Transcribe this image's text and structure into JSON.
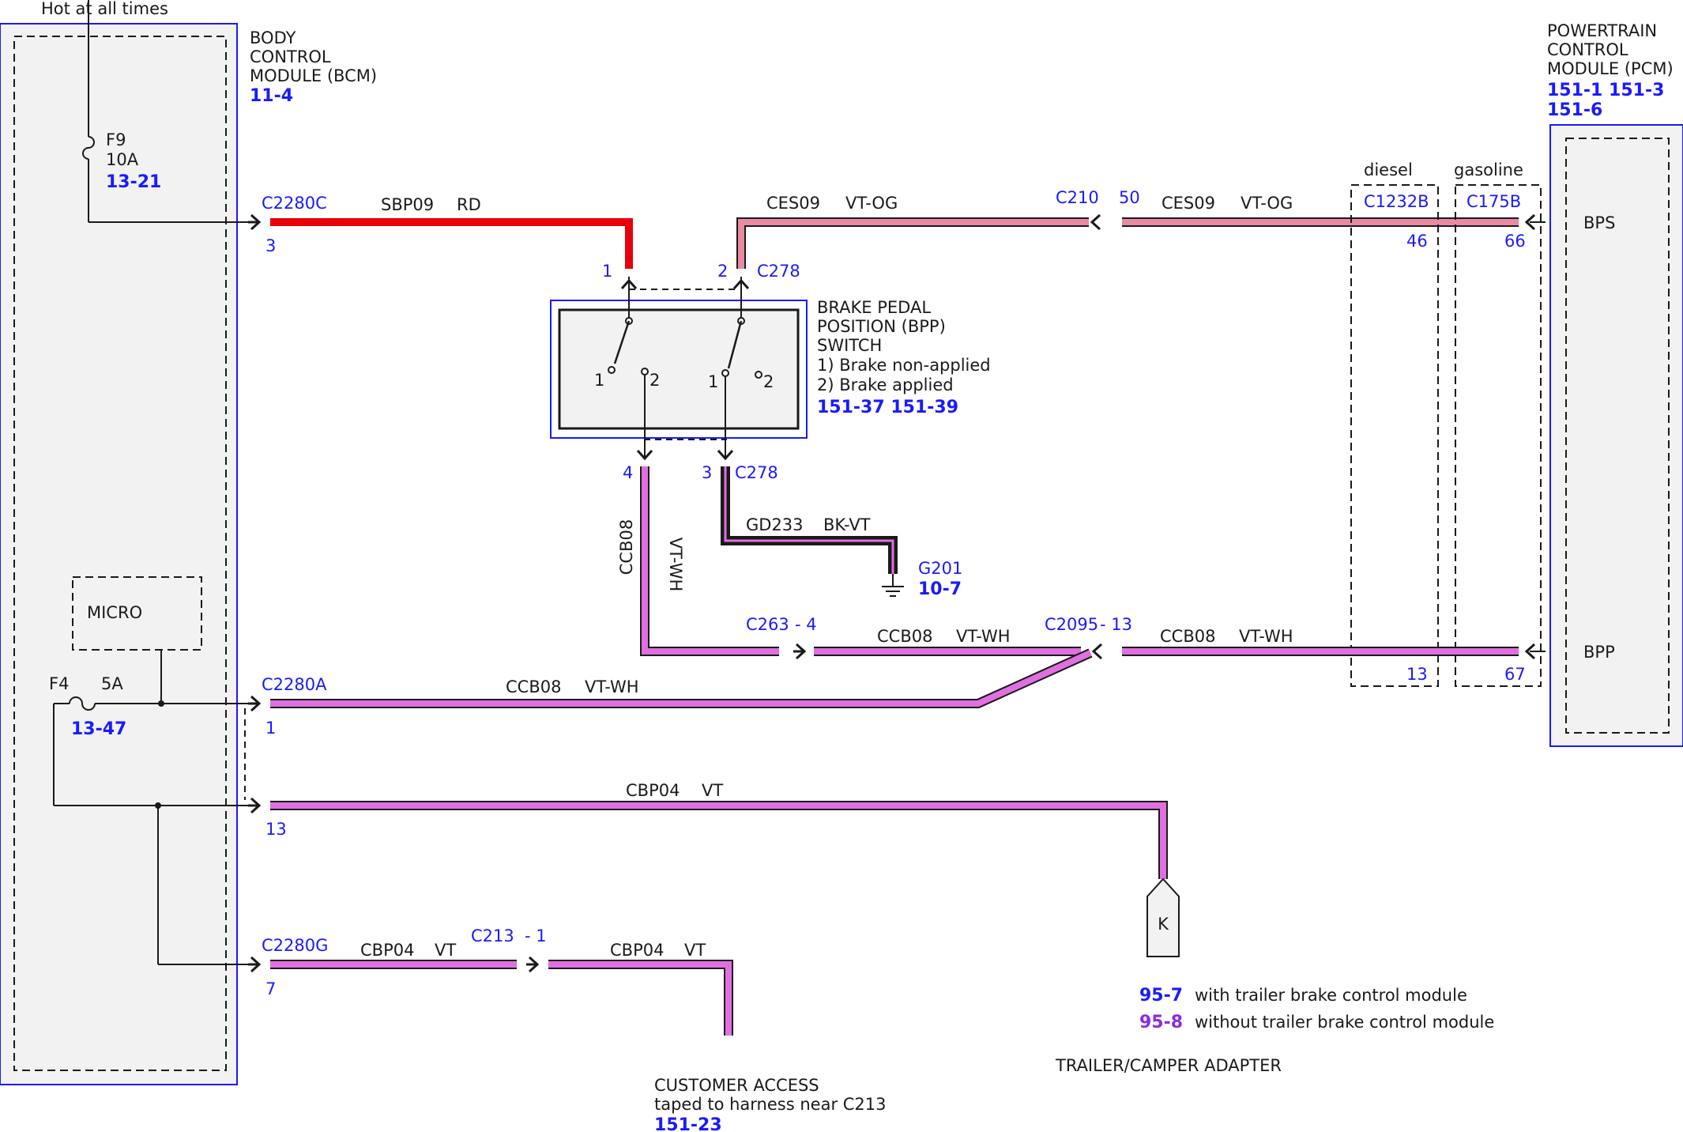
{
  "hot_label": "Hot at all times",
  "bcm": {
    "name_line1": "BODY",
    "name_line2": "CONTROL",
    "name_line3": "MODULE (BCM)",
    "ref": "11-4"
  },
  "pcm": {
    "name_line1": "POWERTRAIN",
    "name_line2": "CONTROL",
    "name_line3": "MODULE (PCM)",
    "ref_line1": "151-1 151-3",
    "ref_line2": "151-6",
    "bps": "BPS",
    "bpp": "BPP"
  },
  "fuse_f9": {
    "name": "F9",
    "rating": "10A",
    "ref": "13-21"
  },
  "fuse_f4": {
    "name": "F4",
    "rating": "5A",
    "ref": "13-47"
  },
  "micro": "MICRO",
  "connectors": {
    "c2280c": "C2280C",
    "c2280c_pin": "3",
    "c2280a": "C2280A",
    "c2280a_pin": "1",
    "c2280a_pin13": "13",
    "c2280g": "C2280G",
    "c2280g_pin": "7",
    "c278_top": "C278",
    "pin1": "1",
    "pin2": "2",
    "c278_bot": "C278",
    "pin4": "4",
    "pin3": "3",
    "c210": "C210",
    "c210_pin": "50",
    "c1232b": "C1232B",
    "c1232b_pin46": "46",
    "c1232b_pin13": "13",
    "c175b": "C175B",
    "c175b_pin66": "66",
    "c175b_pin67": "67",
    "c263": "C263",
    "c263_pin": "- 4",
    "c2095": "C2095",
    "c2095_pin": "- 13",
    "c213": "C213",
    "c213_pin": "- 1",
    "diesel": "diesel",
    "gasoline": "gasoline"
  },
  "wires": {
    "sbp09": "SBP09",
    "sbp09_color": "RD",
    "ces09a": "CES09",
    "ces09a_color": "VT-OG",
    "ces09b": "CES09",
    "ces09b_color": "VT-OG",
    "gd233": "GD233",
    "gd233_color": "BK-VT",
    "ccb08_vert": "CCB08",
    "ccb08_vert_color": "VT-WH",
    "ccb08_a": "CCB08",
    "ccb08_a_color": "VT-WH",
    "ccb08_b": "CCB08",
    "ccb08_b_color": "VT-WH",
    "ccb08_c": "CCB08",
    "ccb08_c_color": "VT-WH",
    "cbp04_a": "CBP04",
    "cbp04_a_color": "VT",
    "cbp04_b": "CBP04",
    "cbp04_b_color": "VT",
    "cbp04_c": "CBP04",
    "cbp04_c_color": "VT"
  },
  "bpp_switch": {
    "line1": "BRAKE PEDAL",
    "line2": "POSITION (BPP)",
    "line3": "SWITCH",
    "line4": "1) Brake non-applied",
    "line5": "2) Brake applied",
    "ref": "151-37 151-39",
    "pos1a": "1",
    "pos2a": "2",
    "pos1b": "1",
    "pos2b": "2"
  },
  "ground": {
    "name": "G201",
    "ref": "10-7"
  },
  "k_label": "K",
  "legend": {
    "ref1": "95-7",
    "text1": "with trailer brake control module",
    "ref2": "95-8",
    "text2": "without trailer brake control module",
    "title": "TRAILER/CAMPER ADAPTER"
  },
  "customer": {
    "line1": "CUSTOMER ACCESS",
    "line2": "taped to harness near C213",
    "ref": "151-23"
  },
  "colors": {
    "red": "#e8000b",
    "pink": "#e98aa0",
    "violet": "#e070e0",
    "blue": "#1a1aff",
    "fill": "#f2f2f2",
    "dark": "#1a1a1a"
  }
}
